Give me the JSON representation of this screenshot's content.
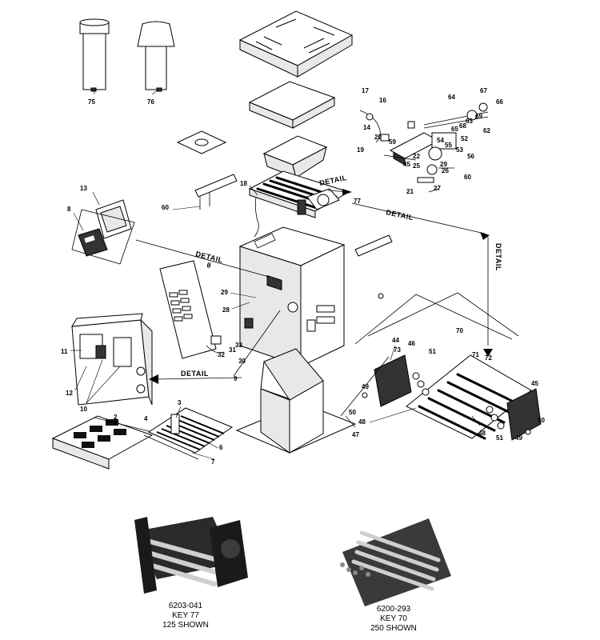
{
  "keys": {
    "k75": "75",
    "k76": "76",
    "k17": "17",
    "k16": "16",
    "k14": "14",
    "k20": "20",
    "k59": "59",
    "k19": "19",
    "k64": "64",
    "k67": "67",
    "k66": "66",
    "k63": "63",
    "k69": "69",
    "k68": "68",
    "k65": "65",
    "k62": "62",
    "k52": "52",
    "k54": "54",
    "k55": "55",
    "k53": "53",
    "k22": "22",
    "k45a": "45",
    "k25": "25",
    "k29a": "29",
    "k26": "26",
    "k56": "56",
    "k60a": "60",
    "k21": "21",
    "k27": "27",
    "k13": "13",
    "k8a": "8",
    "k18": "18",
    "k60b": "60",
    "k77": "77",
    "k29b": "29",
    "k28": "28",
    "k33": "33",
    "k31": "31",
    "k32": "32",
    "k30": "30",
    "k9": "9",
    "k11": "11",
    "k12": "12",
    "k10": "10",
    "k2": "2",
    "k3": "3",
    "k4": "4",
    "k6": "6",
    "k7": "7",
    "k44": "44",
    "k73": "73",
    "k46": "46",
    "k51a": "51",
    "k70": "70",
    "k71": "71",
    "k72": "72",
    "k45b": "45",
    "k50a": "50",
    "k49a": "49",
    "k48a": "48",
    "k47": "47",
    "k48b": "48",
    "k51b": "51",
    "k49b": "49",
    "k50b": "50"
  },
  "detail_labels": {
    "d1": "DETAIL",
    "d2": "DETAIL",
    "d3": "DETAIL",
    "d4": "DETAIL",
    "d5": "DETAIL",
    "d5_extra": "θ"
  },
  "captions": {
    "left": {
      "part_no": "6203-041",
      "key": "KEY 77",
      "shown": "125 SHOWN"
    },
    "right": {
      "part_no": "6200-293",
      "key": "KEY 70",
      "shown": "250 SHOWN"
    }
  }
}
